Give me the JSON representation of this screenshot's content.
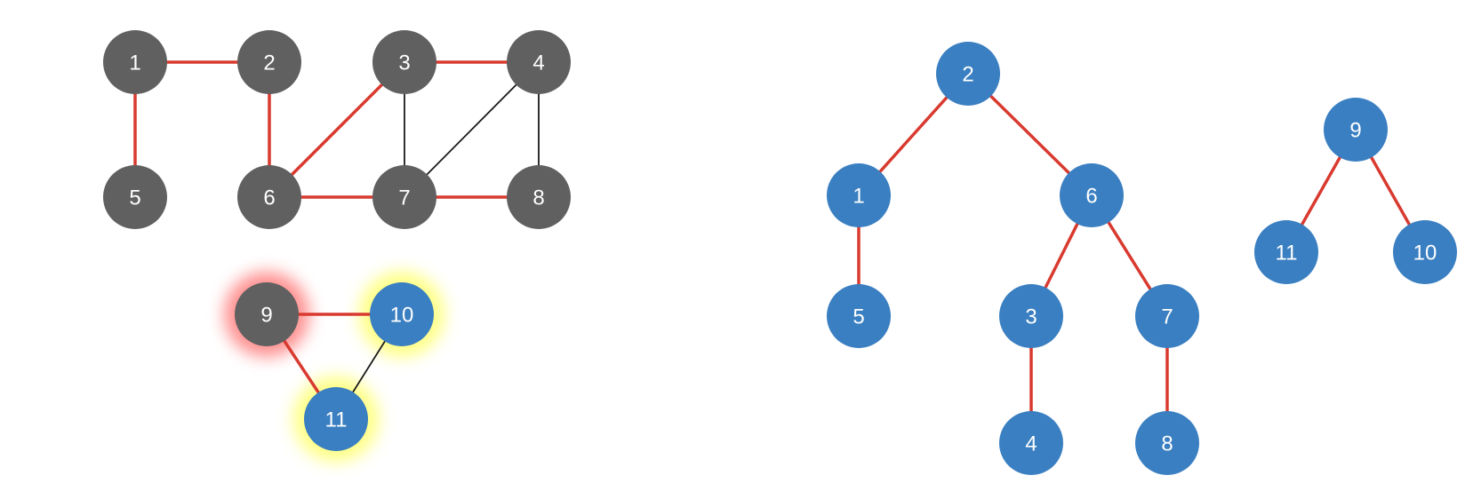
{
  "colors": {
    "background": "#ffffff",
    "unvisited_node": "#606060",
    "visited_node": "#3a7fc1",
    "tree_edge": "#d93a2f",
    "other_edge": "#1a1a1a",
    "glow_current": "#ff6b6b",
    "glow_frontier": "#ffff6e",
    "label": "#ffffff"
  },
  "graph": {
    "nodes": [
      {
        "id": "g1",
        "label": "1",
        "state": "unvisited"
      },
      {
        "id": "g2",
        "label": "2",
        "state": "unvisited"
      },
      {
        "id": "g3",
        "label": "3",
        "state": "unvisited"
      },
      {
        "id": "g4",
        "label": "4",
        "state": "unvisited"
      },
      {
        "id": "g5",
        "label": "5",
        "state": "unvisited"
      },
      {
        "id": "g6",
        "label": "6",
        "state": "unvisited"
      },
      {
        "id": "g7",
        "label": "7",
        "state": "unvisited"
      },
      {
        "id": "g8",
        "label": "8",
        "state": "unvisited"
      },
      {
        "id": "g9",
        "label": "9",
        "state": "unvisited",
        "glow": "current"
      },
      {
        "id": "g10",
        "label": "10",
        "state": "visited",
        "glow": "frontier"
      },
      {
        "id": "g11",
        "label": "11",
        "state": "visited",
        "glow": "frontier"
      }
    ],
    "edges": [
      {
        "from": "g1",
        "to": "g2",
        "type": "tree"
      },
      {
        "from": "g1",
        "to": "g5",
        "type": "tree"
      },
      {
        "from": "g2",
        "to": "g6",
        "type": "tree"
      },
      {
        "from": "g3",
        "to": "g4",
        "type": "tree"
      },
      {
        "from": "g3",
        "to": "g6",
        "type": "tree"
      },
      {
        "from": "g3",
        "to": "g7",
        "type": "other"
      },
      {
        "from": "g4",
        "to": "g7",
        "type": "other"
      },
      {
        "from": "g4",
        "to": "g8",
        "type": "other"
      },
      {
        "from": "g6",
        "to": "g7",
        "type": "tree"
      },
      {
        "from": "g7",
        "to": "g8",
        "type": "tree"
      },
      {
        "from": "g9",
        "to": "g10",
        "type": "tree"
      },
      {
        "from": "g9",
        "to": "g11",
        "type": "tree"
      },
      {
        "from": "g10",
        "to": "g11",
        "type": "other"
      }
    ]
  },
  "forest": {
    "nodes": [
      {
        "id": "t2",
        "label": "2"
      },
      {
        "id": "t1",
        "label": "1"
      },
      {
        "id": "t6",
        "label": "6"
      },
      {
        "id": "t5",
        "label": "5"
      },
      {
        "id": "t3",
        "label": "3"
      },
      {
        "id": "t7",
        "label": "7"
      },
      {
        "id": "t4",
        "label": "4"
      },
      {
        "id": "t8",
        "label": "8"
      },
      {
        "id": "t9",
        "label": "9"
      },
      {
        "id": "t11",
        "label": "11"
      },
      {
        "id": "t10",
        "label": "10"
      }
    ],
    "edges": [
      {
        "from": "t2",
        "to": "t1"
      },
      {
        "from": "t2",
        "to": "t6"
      },
      {
        "from": "t1",
        "to": "t5"
      },
      {
        "from": "t6",
        "to": "t3"
      },
      {
        "from": "t6",
        "to": "t7"
      },
      {
        "from": "t3",
        "to": "t4"
      },
      {
        "from": "t7",
        "to": "t8"
      },
      {
        "from": "t9",
        "to": "t11"
      },
      {
        "from": "t9",
        "to": "t10"
      }
    ]
  }
}
